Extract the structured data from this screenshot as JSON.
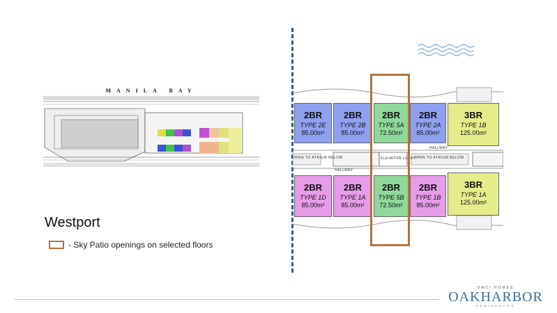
{
  "site_plan": {
    "bay_label": "MANILA BAY"
  },
  "project": {
    "title": "Westport"
  },
  "legend": {
    "text": "- Sky Patio openings on selected floors",
    "swatch_color": "#b8703a"
  },
  "colors": {
    "divider": "#2d5f86",
    "blue_unit": "#8fa0f0",
    "green_unit": "#8fd99a",
    "yellow_unit": "#e5ec8a",
    "pink_unit": "#e69ce8",
    "logo": "#3d6f8f"
  },
  "floor_plan": {
    "top_units": [
      {
        "br": "2BR",
        "type": "TYPE 2E",
        "area": "85.00m²",
        "color": "blue"
      },
      {
        "br": "2BR",
        "type": "TYPE 2B",
        "area": "85.00m²",
        "color": "blue"
      },
      {
        "br": "2BR",
        "type": "TYPE 5A",
        "area": "72.50m²",
        "color": "green"
      },
      {
        "br": "2BR",
        "type": "TYPE 2A",
        "area": "85.00m²",
        "color": "blue"
      },
      {
        "br": "3BR",
        "type": "TYPE 1B",
        "area": "125.00m²",
        "color": "yellow"
      }
    ],
    "bottom_units": [
      {
        "br": "2BR",
        "type": "TYPE 1D",
        "area": "85.00m²",
        "color": "pink"
      },
      {
        "br": "2BR",
        "type": "TYPE 1A",
        "area": "85.00m²",
        "color": "pink"
      },
      {
        "br": "2BR",
        "type": "TYPE 5B",
        "area": "72.50m²",
        "color": "green"
      },
      {
        "br": "2BR",
        "type": "TYPE 1B",
        "area": "85.00m²",
        "color": "pink"
      },
      {
        "br": "3BR",
        "type": "TYPE 1A",
        "area": "125.00m²",
        "color": "yellow"
      }
    ],
    "hall_labels": {
      "hallway_top": "HALLWAY",
      "hallway_bottom": "HALLWAY",
      "open_left": "OPEN TO ATRIUM BELOW",
      "open_right": "OPEN TO ATRIUM BELOW",
      "lobby": "ELEVATOR LOBBY"
    }
  },
  "logo": {
    "top": "DMCI HOMES",
    "main": "OAKHARBOR",
    "sub": "RESIDENCES"
  }
}
